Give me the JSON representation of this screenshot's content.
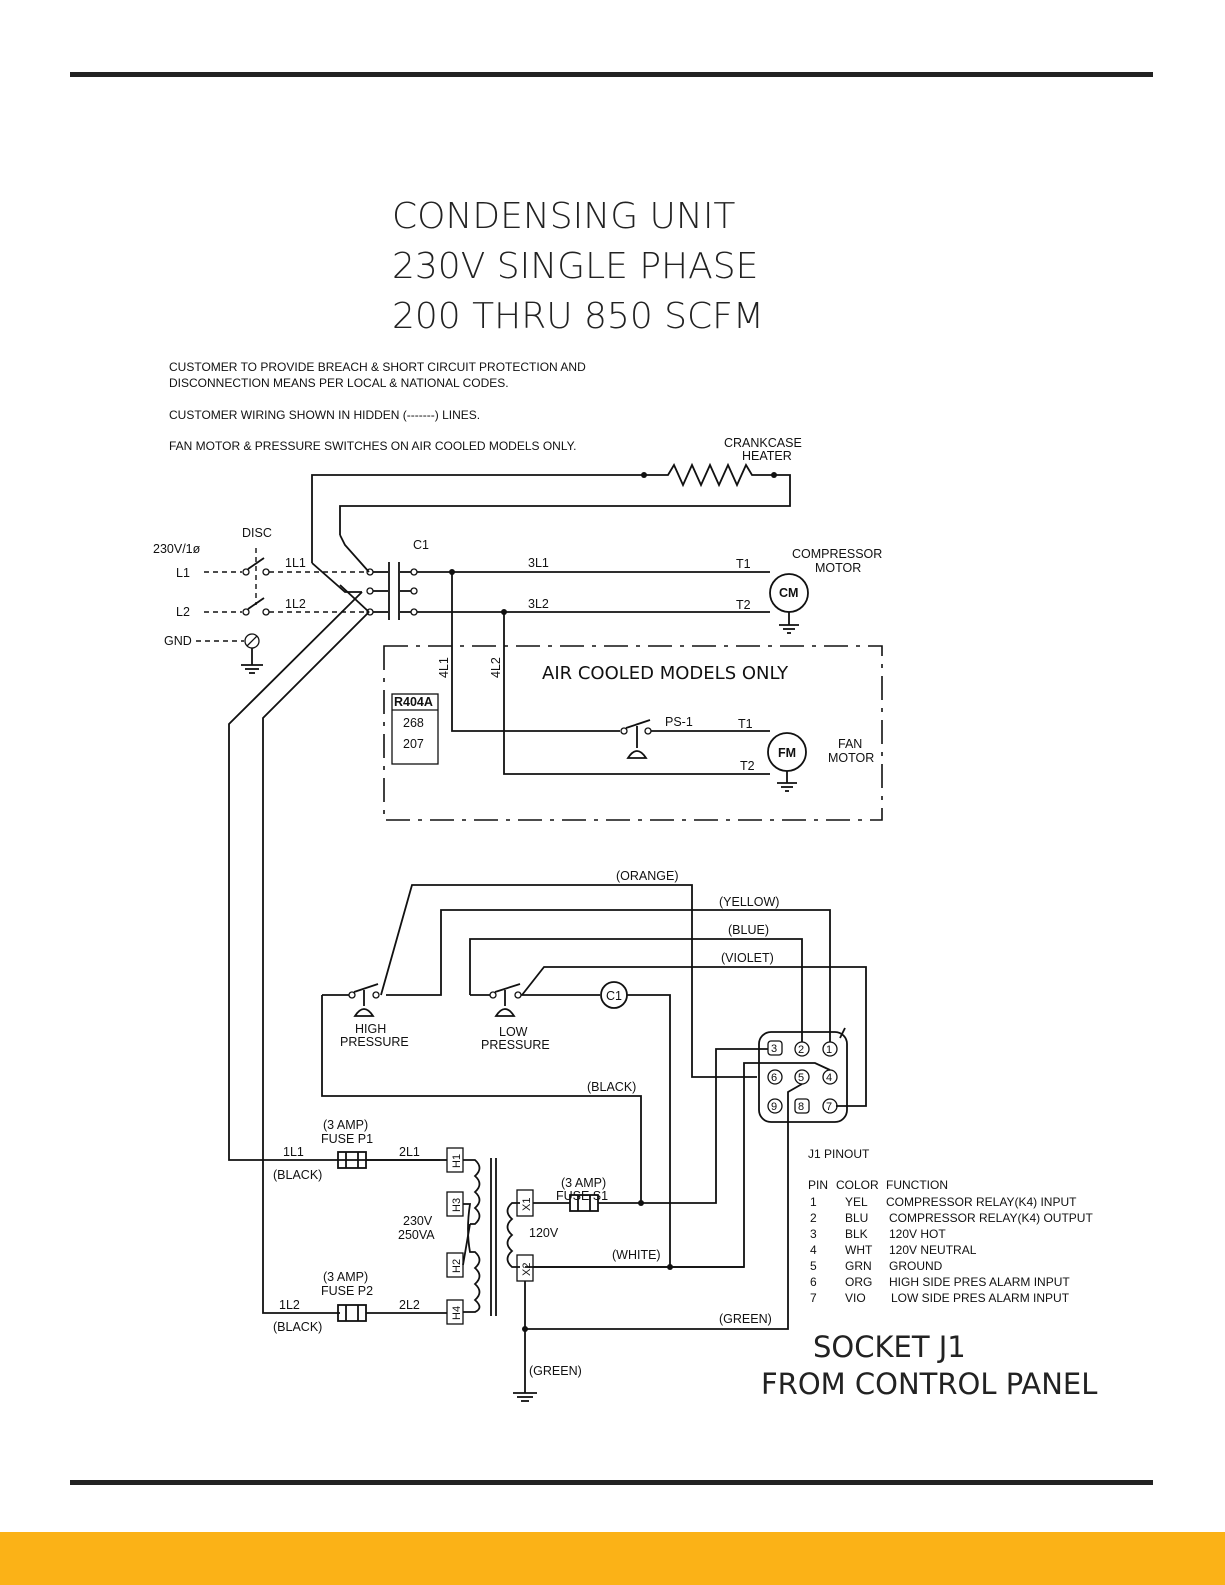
{
  "title": {
    "line1": "CONDENSING UNIT",
    "line2": "230V SINGLE PHASE",
    "line3": "200 THRU 850 SCFM"
  },
  "notes": {
    "n1a": "CUSTOMER TO PROVIDE BREACH & SHORT CIRCUIT PROTECTION AND",
    "n1b": "DISCONNECTION MEANS PER LOCAL & NATIONAL CODES.",
    "n2": "CUSTOMER WIRING SHOWN IN HIDDEN (-------) LINES.",
    "n3": "FAN MOTOR & PRESSURE SWITCHES ON AIR COOLED MODELS ONLY."
  },
  "labels": {
    "crankcase_1": "CRANKCASE",
    "crankcase_2": "HEATER",
    "supply": "230V/1ø",
    "disc": "DISC",
    "l1": "L1",
    "l2": "L2",
    "gnd": "GND",
    "w1l1": "1L1",
    "w1l2": "1L2",
    "c1": "C1",
    "w3l1": "3L1",
    "w3l2": "3L2",
    "t1": "T1",
    "t2": "T2",
    "comp_1": "COMPRESSOR",
    "comp_2": "MOTOR",
    "cm": "CM",
    "air_cooled": "AIR COOLED MODELS ONLY",
    "w4l1": "4L1",
    "w4l2": "4L2",
    "refrig": "R404A",
    "refrig_v1": "268",
    "refrig_v2": "207",
    "ps1": "PS-1",
    "fan_t1": "T1",
    "fan_t2": "T2",
    "fm": "FM",
    "fan_1": "FAN",
    "fan_2": "MOTOR",
    "orange": "(ORANGE)",
    "yellow": "(YELLOW)",
    "blue": "(BLUE)",
    "violet": "(VIOLET)",
    "high_1": "HIGH",
    "high_2": "PRESSURE",
    "low_1": "LOW",
    "low_2": "PRESSURE",
    "c1_coil": "C1",
    "black_ctrl": "(BLACK)",
    "amp_p1": "(3 AMP)",
    "fuse_p1": "FUSE P1",
    "w2l1": "2L1",
    "w1l1b": "1L1",
    "black_1": "(BLACK)",
    "h1": "H1",
    "h3": "H3",
    "h2": "H2",
    "h4": "H4",
    "xfmr_v": "230V",
    "xfmr_va": "250VA",
    "x1": "X1",
    "x2": "X2",
    "amp_s1": "(3 AMP)",
    "fuse_s1": "FUSE S1",
    "sec_v": "120V",
    "white": "(WHITE)",
    "amp_p2": "(3 AMP)",
    "fuse_p2": "FUSE P2",
    "w1l2b": "1L2",
    "w2l2": "2L2",
    "black_2": "(BLACK)",
    "green_1": "(GREEN)",
    "green_2": "(GREEN)",
    "socket_1": "SOCKET J1",
    "socket_2": "FROM CONTROL PANEL"
  },
  "socket_pins": [
    "3",
    "2",
    "1",
    "6",
    "5",
    "4",
    "9",
    "8",
    "7"
  ],
  "pinout": {
    "title": "J1 PINOUT",
    "headers": [
      "PIN",
      "COLOR",
      "FUNCTION"
    ],
    "rows": [
      [
        "1",
        "YEL",
        "COMPRESSOR RELAY(K4) INPUT"
      ],
      [
        "2",
        "BLU",
        "COMPRESSOR RELAY(K4) OUTPUT"
      ],
      [
        "3",
        "BLK",
        "120V HOT"
      ],
      [
        "4",
        "WHT",
        "120V NEUTRAL"
      ],
      [
        "5",
        "GRN",
        "GROUND"
      ],
      [
        "6",
        "ORG",
        "HIGH SIDE PRES ALARM INPUT"
      ],
      [
        "7",
        "VIO",
        "LOW SIDE PRES ALARM INPUT"
      ]
    ]
  },
  "colors": {
    "accent_band": "#FBB217",
    "rule": "#222222",
    "ink": "#111111"
  }
}
